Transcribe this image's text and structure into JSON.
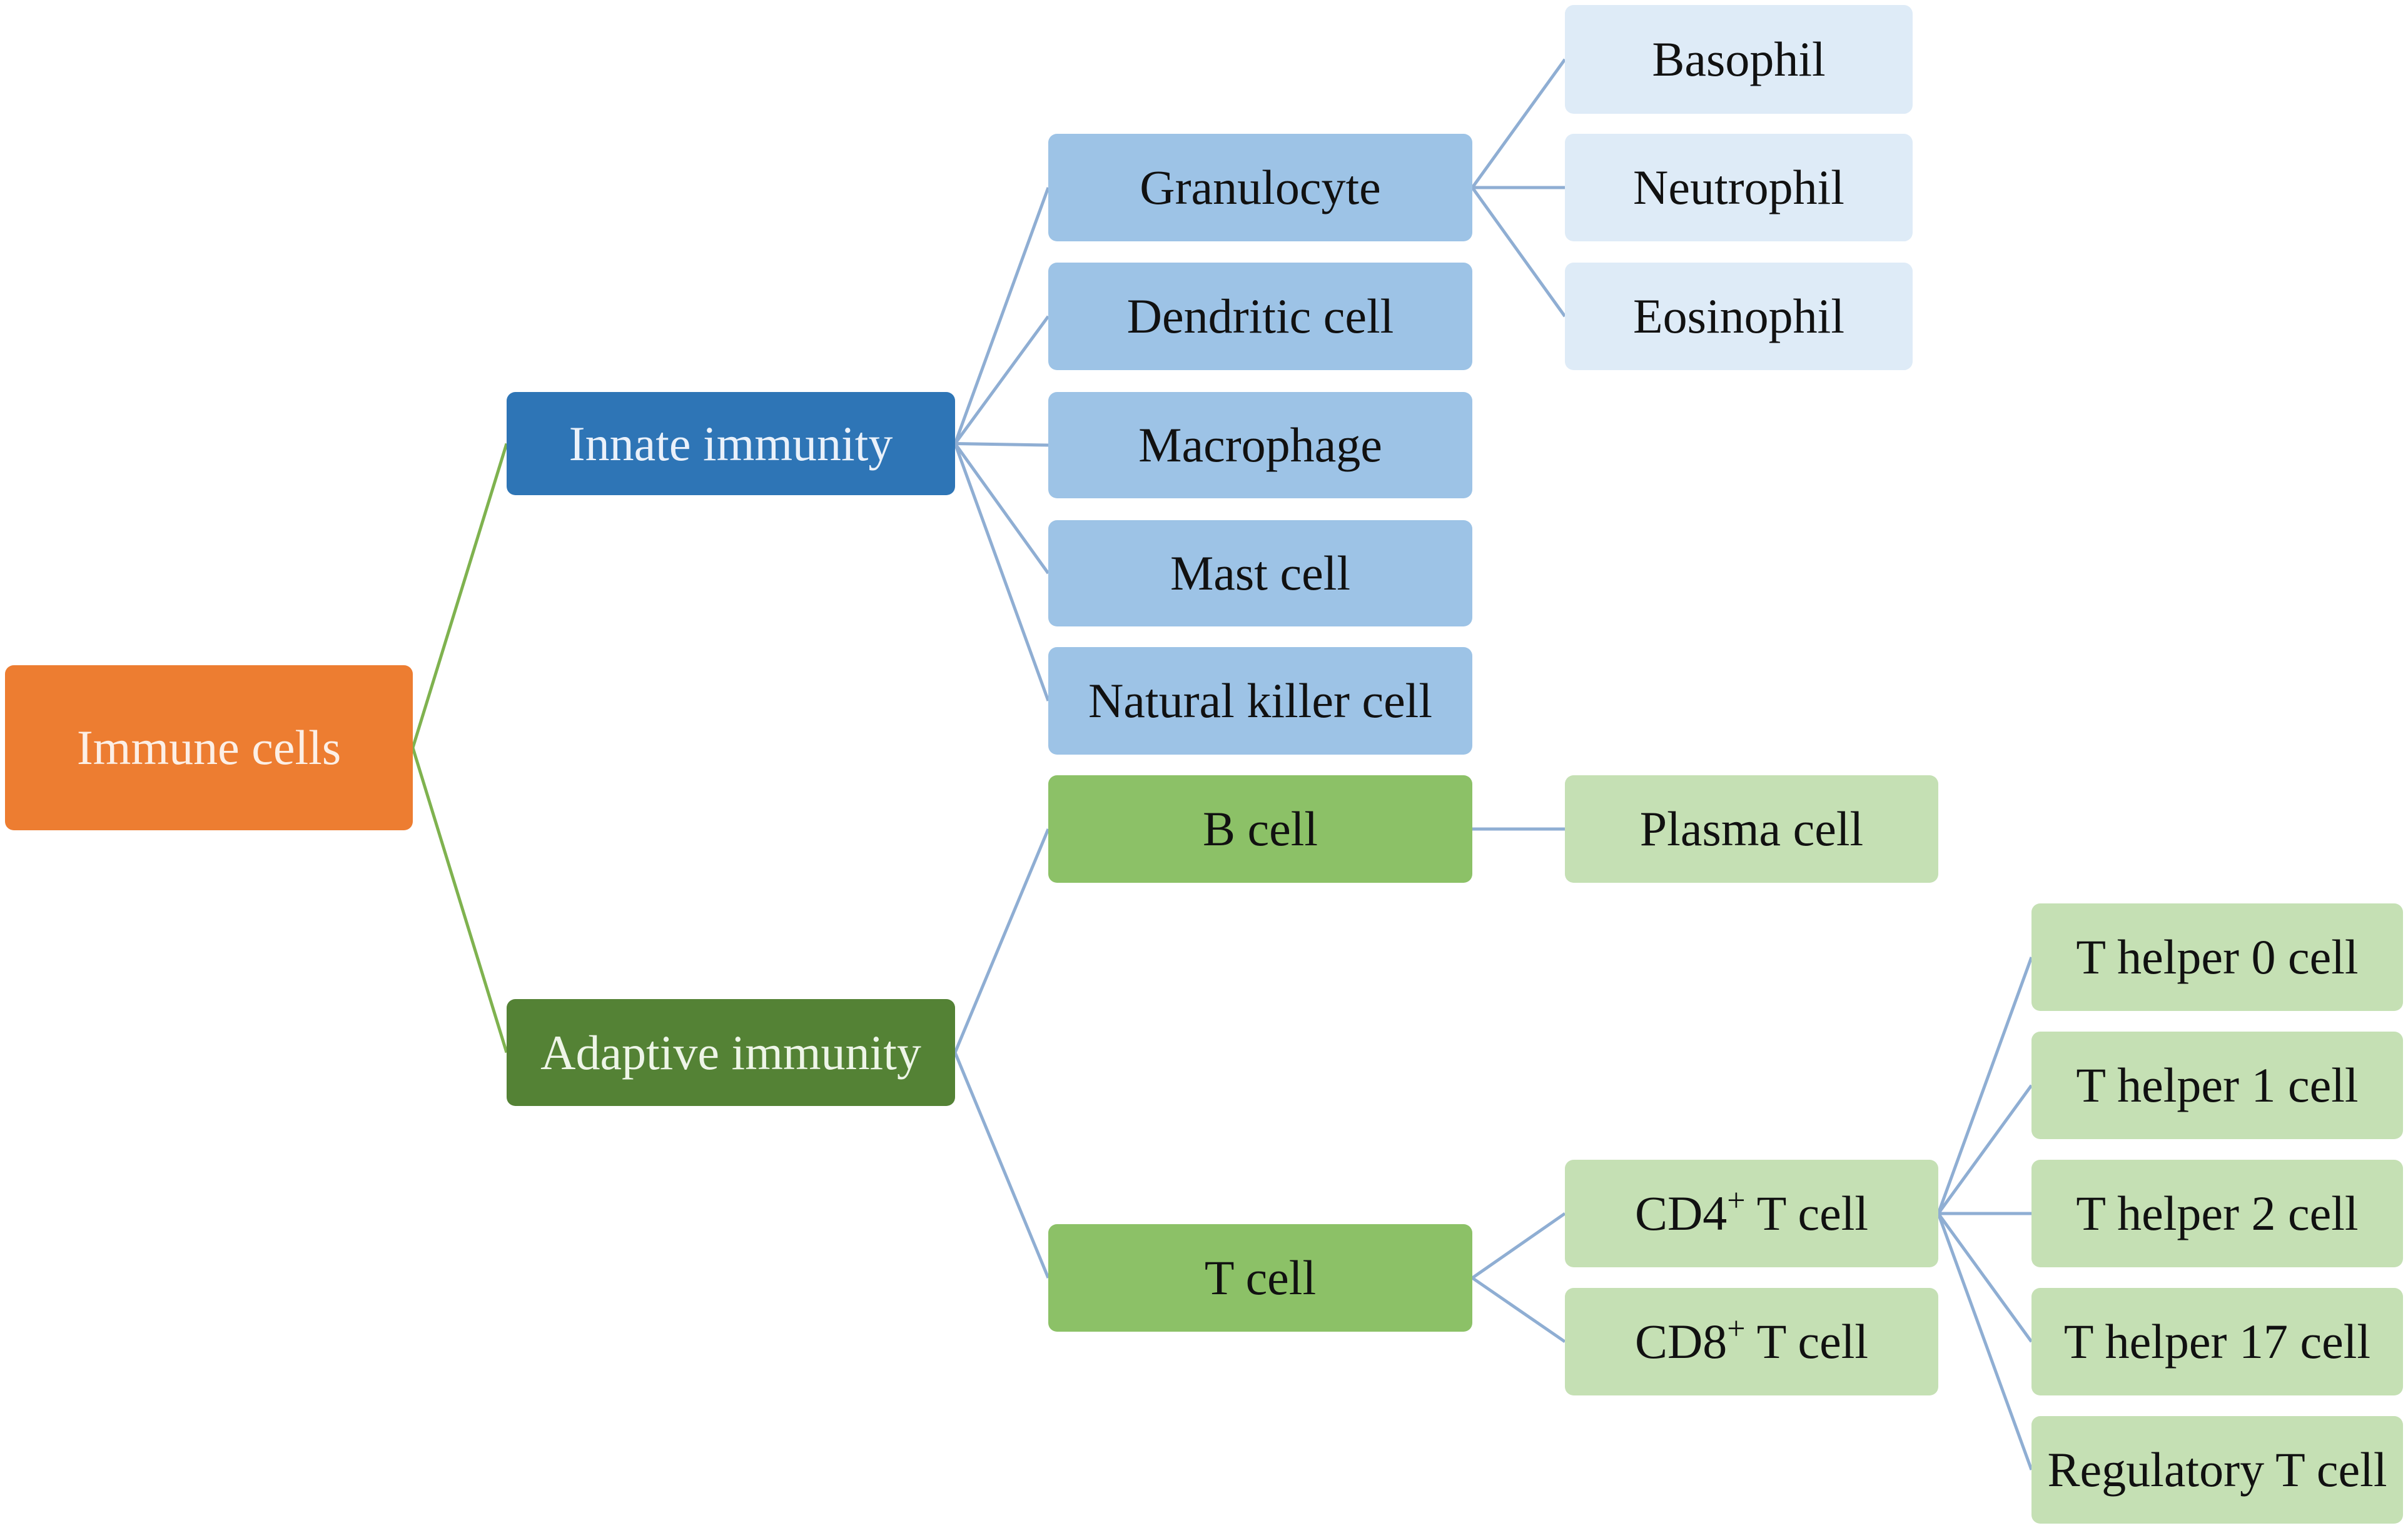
{
  "colors": {
    "root": "#ed7d31",
    "innate": "#2e75b6",
    "adaptive": "#548235",
    "innate_child": "#9dc3e6",
    "innate_grandchild": "#deebf7",
    "adaptive_child": "#8cc167",
    "adaptive_grandchild": "#c5e0b4",
    "link_blue": "#8faed3",
    "link_green": "#7fb24f"
  },
  "nodes": {
    "immune_cells": "Immune cells",
    "innate_immunity": "Innate immunity",
    "adaptive_immunity": "Adaptive immunity",
    "granulocyte": "Granulocyte",
    "dendritic_cell": "Dendritic cell",
    "macrophage": "Macrophage",
    "mast_cell": "Mast cell",
    "natural_killer_cell": "Natural killer cell",
    "basophil": "Basophil",
    "neutrophil": "Neutrophil",
    "eosinophil": "Eosinophil",
    "b_cell": "B cell",
    "plasma_cell": "Plasma cell",
    "t_cell": "T cell",
    "cd4_t_cell": {
      "prefix": "CD4",
      "sup": "+",
      "suffix": " T cell"
    },
    "cd8_t_cell": {
      "prefix": "CD8",
      "sup": "+",
      "suffix": " T cell"
    },
    "t_helper_0": "T helper 0 cell",
    "t_helper_1": "T helper 1 cell",
    "t_helper_2": "T helper 2 cell",
    "t_helper_17": "T helper 17 cell",
    "regulatory_t_cell": "Regulatory T cell"
  },
  "links": [
    [
      "immune_cells",
      "innate_immunity"
    ],
    [
      "immune_cells",
      "adaptive_immunity"
    ],
    [
      "innate_immunity",
      "granulocyte"
    ],
    [
      "innate_immunity",
      "dendritic_cell"
    ],
    [
      "innate_immunity",
      "macrophage"
    ],
    [
      "innate_immunity",
      "mast_cell"
    ],
    [
      "innate_immunity",
      "natural_killer_cell"
    ],
    [
      "granulocyte",
      "basophil"
    ],
    [
      "granulocyte",
      "neutrophil"
    ],
    [
      "granulocyte",
      "eosinophil"
    ],
    [
      "adaptive_immunity",
      "b_cell"
    ],
    [
      "adaptive_immunity",
      "t_cell"
    ],
    [
      "b_cell",
      "plasma_cell"
    ],
    [
      "t_cell",
      "cd4_t_cell"
    ],
    [
      "t_cell",
      "cd8_t_cell"
    ],
    [
      "cd4_t_cell",
      "t_helper_0"
    ],
    [
      "cd4_t_cell",
      "t_helper_1"
    ],
    [
      "cd4_t_cell",
      "t_helper_2"
    ],
    [
      "cd4_t_cell",
      "t_helper_17"
    ],
    [
      "cd4_t_cell",
      "regulatory_t_cell"
    ]
  ]
}
